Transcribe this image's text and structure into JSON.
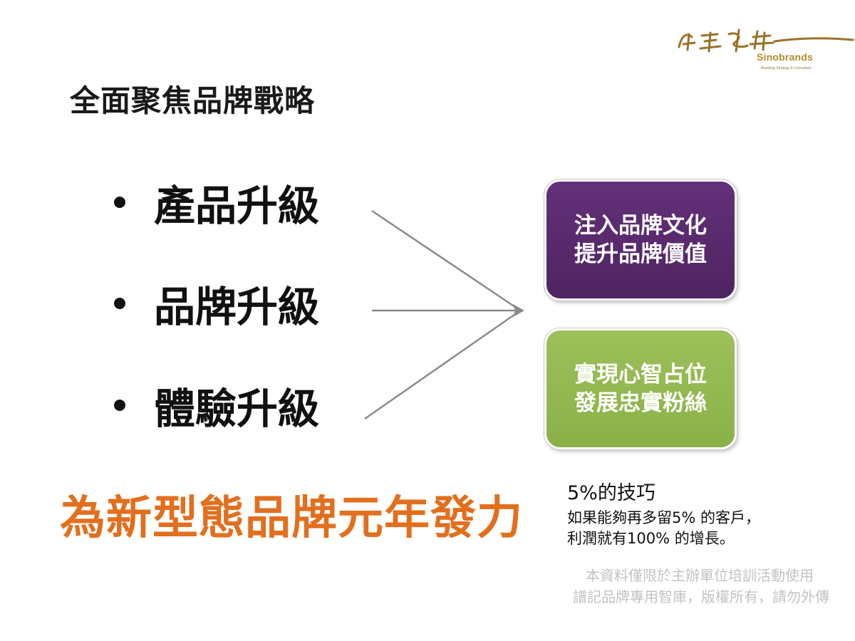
{
  "logo": {
    "name": "Sinobrands",
    "tagline": "Branding Strategy & Consultant"
  },
  "title": "全面聚焦品牌戰略",
  "bullets": [
    {
      "label": "產品升級"
    },
    {
      "label": "品牌升級"
    },
    {
      "label": "體驗升級"
    }
  ],
  "boxes": [
    {
      "line1": "注入品牌文化",
      "line2": "提升品牌價值",
      "color": "#5a2a6e"
    },
    {
      "line1": "實現心智占位",
      "line2": "發展忠實粉絲",
      "color": "#95ba50"
    }
  ],
  "slogan": {
    "text": "為新型態品牌元年發力",
    "color": "#e26f1e"
  },
  "tip": {
    "title": "5%的技巧",
    "line1": "如果能夠再多留5% 的客戶，",
    "line2": "利潤就有100% 的增長。"
  },
  "footer": {
    "line1": "本資料僅限於主辦單位培訓活動使用",
    "line2": "譜記品牌專用智庫，版權所有，請勿外傳"
  }
}
